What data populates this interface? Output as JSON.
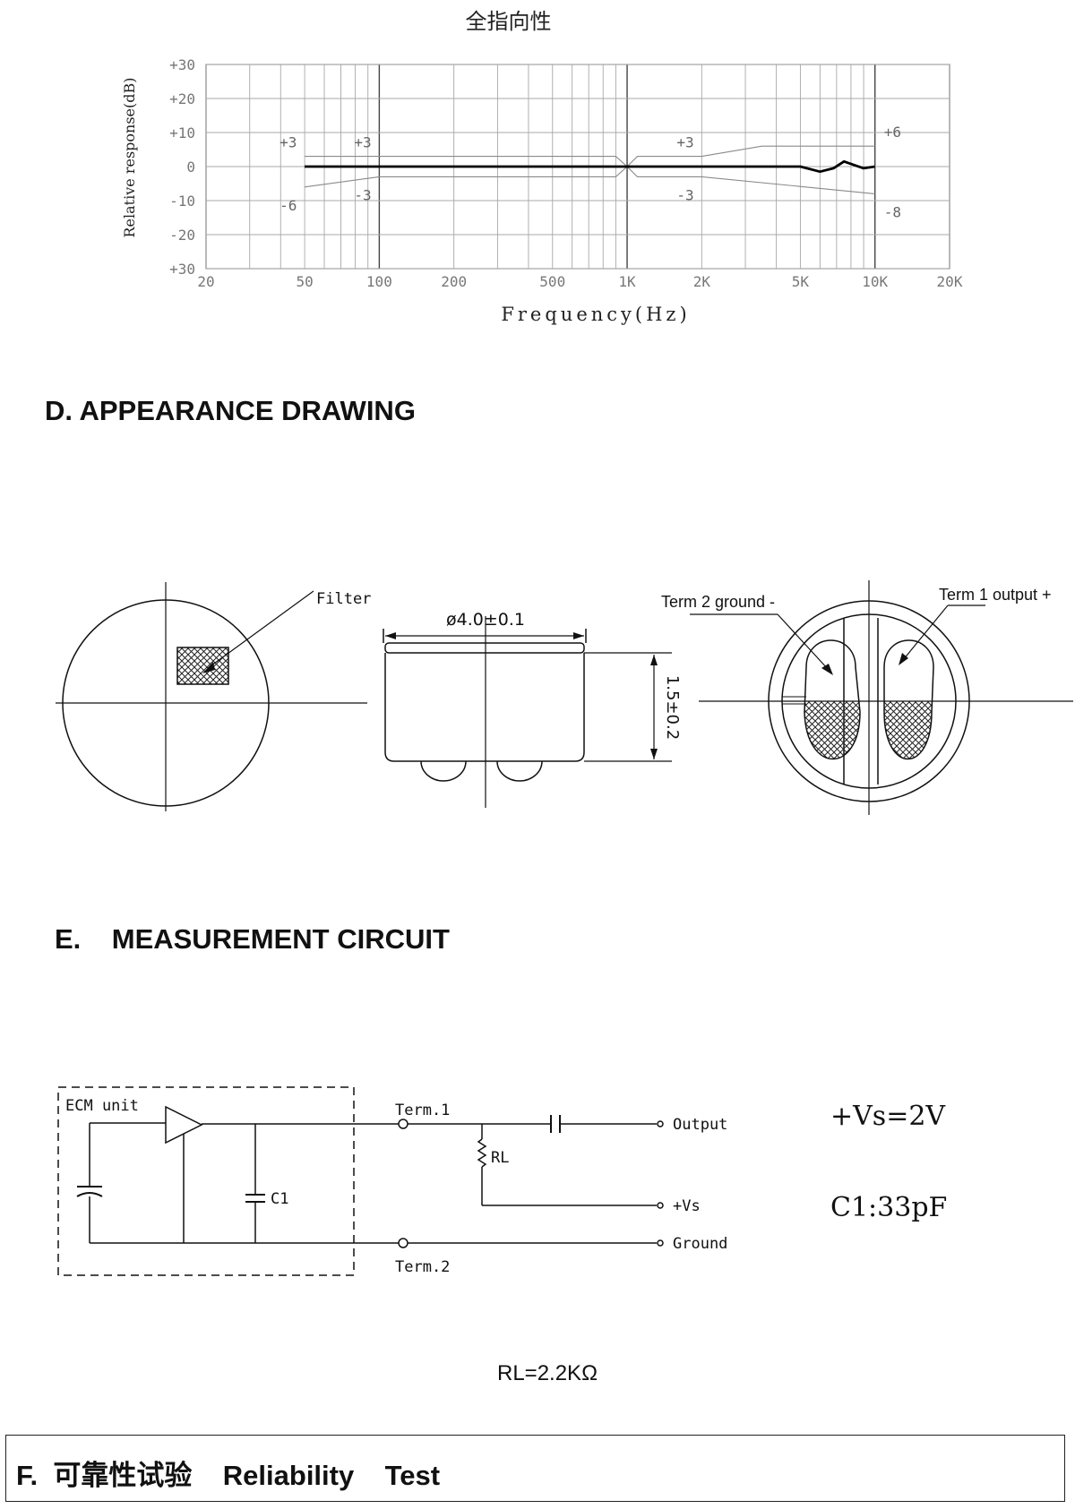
{
  "chart_data": {
    "type": "line",
    "title": "全指向性",
    "xlabel": "Frequency(Hz)",
    "ylabel": "Relative response(dB)",
    "x_scale": "log",
    "xlim": [
      20,
      20000
    ],
    "ylim": [
      -30,
      30
    ],
    "x_tick_values": [
      20,
      50,
      100,
      200,
      500,
      1000,
      2000,
      5000,
      10000,
      20000
    ],
    "x_tick_labels": [
      "20",
      "50",
      "100",
      "200",
      "500",
      "1K",
      "2K",
      "5K",
      "10K",
      "20K"
    ],
    "y_tick_values": [
      30,
      20,
      10,
      0,
      -10,
      -20,
      -30
    ],
    "y_tick_labels": [
      "+30",
      "+20",
      "+10",
      "0",
      "-10",
      "-20",
      "+30"
    ],
    "grid": true,
    "series": [
      {
        "x": [
          50,
          100,
          200,
          500,
          1000,
          2000,
          5000,
          6000,
          6800,
          7500,
          8200,
          9000,
          10000
        ],
        "y": [
          0,
          0,
          0,
          0,
          0,
          0,
          0,
          -1.5,
          -0.5,
          1.5,
          0.5,
          -0.5,
          0
        ]
      }
    ],
    "tolerance_upper": {
      "x": [
        50,
        100,
        900,
        1000,
        1100,
        2000,
        3500,
        10000
      ],
      "y": [
        3,
        3,
        3,
        0,
        3,
        3,
        6,
        6
      ]
    },
    "tolerance_lower": {
      "x": [
        50,
        100,
        900,
        1000,
        1100,
        2000,
        10000
      ],
      "y": [
        -6,
        -3,
        -3,
        0,
        -3,
        -3,
        -8
      ]
    },
    "annotations": [
      {
        "text": "+3",
        "x": 50,
        "y": 3
      },
      {
        "text": "-6",
        "x": 50,
        "y": -6
      },
      {
        "text": "+3",
        "x": 100,
        "y": 3
      },
      {
        "text": "-3",
        "x": 100,
        "y": -3
      },
      {
        "text": "+3",
        "x": 2000,
        "y": 3
      },
      {
        "text": "-3",
        "x": 2000,
        "y": -3
      },
      {
        "text": "+6",
        "x": 10000,
        "y": 6
      },
      {
        "text": "-8",
        "x": 10000,
        "y": -8
      }
    ]
  },
  "sections": {
    "appearance": {
      "heading": "D. APPEARANCE DRAWING"
    },
    "measurement": {
      "heading": "E.    MEASUREMENT CIRCUIT"
    },
    "reliability": {
      "heading": "F.  可靠性试验    Reliability    Test"
    }
  },
  "drawing": {
    "filter_label": "Filter",
    "diameter_label": "ø4.0±0.1",
    "height_label": "1.5±0.2",
    "term2_label": "Term 2 ground -",
    "term1_label": "Term 1 output +"
  },
  "circuit": {
    "ecm_label": "ECM unit",
    "c1_label": "C1",
    "term1_label": "Term.1",
    "term2_label": "Term.2",
    "rl_label": "RL",
    "output_label": "Output",
    "vs_label": "+Vs",
    "ground_label": "Ground",
    "vs_value": "+Vs=2V",
    "c1_value": "C1:33pF",
    "rl_value": "RL=2.2KΩ"
  },
  "colors": {
    "ink": "#111111",
    "grid": "#9a9a9a",
    "hatch": "#222222"
  }
}
